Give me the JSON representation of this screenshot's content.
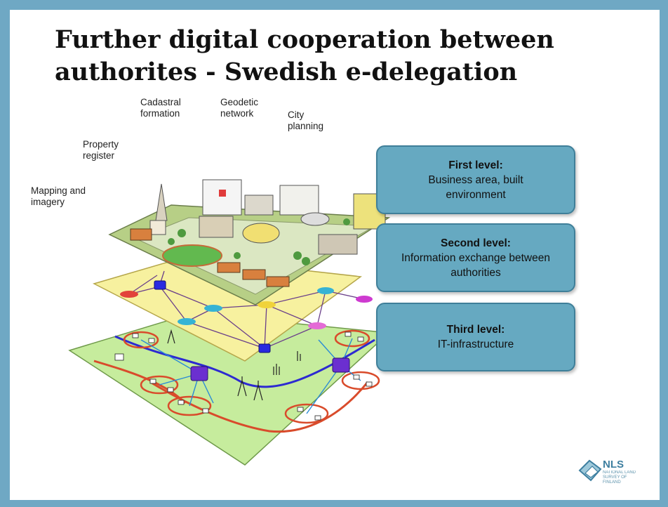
{
  "slide": {
    "title": "Further digital cooperation between authorites - Swedish e-delegation"
  },
  "labels": {
    "cadastral": "Cadastral formation",
    "geodetic": "Geodetic network",
    "city": "City planning",
    "property": "Property register",
    "mapping": "Mapping and imagery"
  },
  "levels": [
    {
      "heading": "First level:",
      "text": "Business area, built environment"
    },
    {
      "heading": "Second level:",
      "text": "Information exchange between authorities"
    },
    {
      "heading": "Third level:",
      "text": "IT-infrastructure"
    }
  ],
  "logo": {
    "name": "NLS",
    "subtitle": "NATIONAL LAND SURVEY OF FINLAND"
  },
  "colors": {
    "frame": "#6fa8c4",
    "box_fill": "#66a9c1",
    "box_border": "#3f7f99",
    "level1_plane": "#b7cf86",
    "level2_plane": "#f7f19f",
    "level3_plane": "#c6ec9d"
  }
}
